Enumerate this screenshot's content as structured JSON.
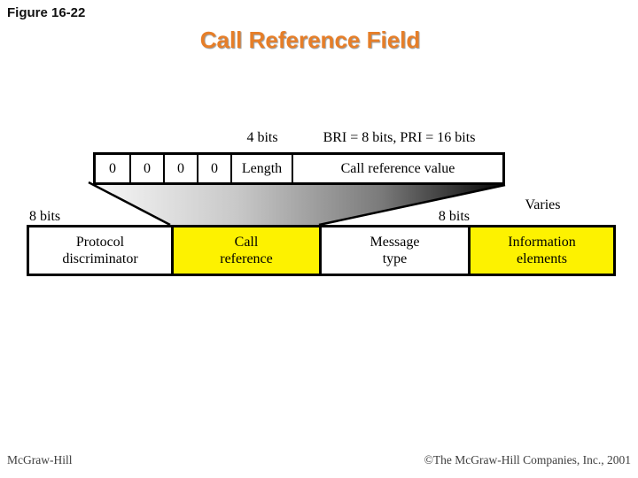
{
  "slide": {
    "figure_label": "Figure 16-22",
    "title": "Call Reference Field"
  },
  "diagram": {
    "top_labels": {
      "length_bits": "4 bits",
      "crv_bits": "BRI = 8 bits, PRI = 16 bits"
    },
    "top_row": {
      "cells": [
        "0",
        "0",
        "0",
        "0",
        "Length",
        "Call reference value"
      ]
    },
    "mid_labels": {
      "left_bits": "8 bits",
      "right_bits": "8 bits",
      "varies": "Varies"
    },
    "bottom_row": {
      "cells": [
        {
          "label": "Protocol\ndiscriminator",
          "highlight": false
        },
        {
          "label": "Call\nreference",
          "highlight": true
        },
        {
          "label": "Message\ntype",
          "highlight": false
        },
        {
          "label": "Information\nelements",
          "highlight": true
        }
      ]
    },
    "colors": {
      "highlight_yellow": "#FDF200",
      "title_orange": "#E67E28",
      "gradient_start": "#f5f5f5",
      "gradient_end": "#000000"
    }
  },
  "footer": {
    "left": "McGraw-Hill",
    "right": "©The McGraw-Hill Companies, Inc., 2001"
  }
}
